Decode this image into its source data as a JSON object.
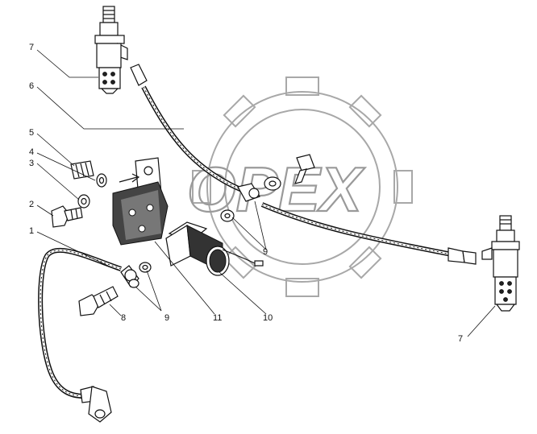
{
  "watermark": {
    "text": "OPEX"
  },
  "callouts": [
    "1",
    "2",
    "3",
    "4",
    "5",
    "6",
    "7",
    "7",
    "8",
    "9",
    "9",
    "10",
    "11"
  ],
  "colors": {
    "ink": "#111111",
    "watermark": "#9a9a9a",
    "background": "#ffffff"
  }
}
